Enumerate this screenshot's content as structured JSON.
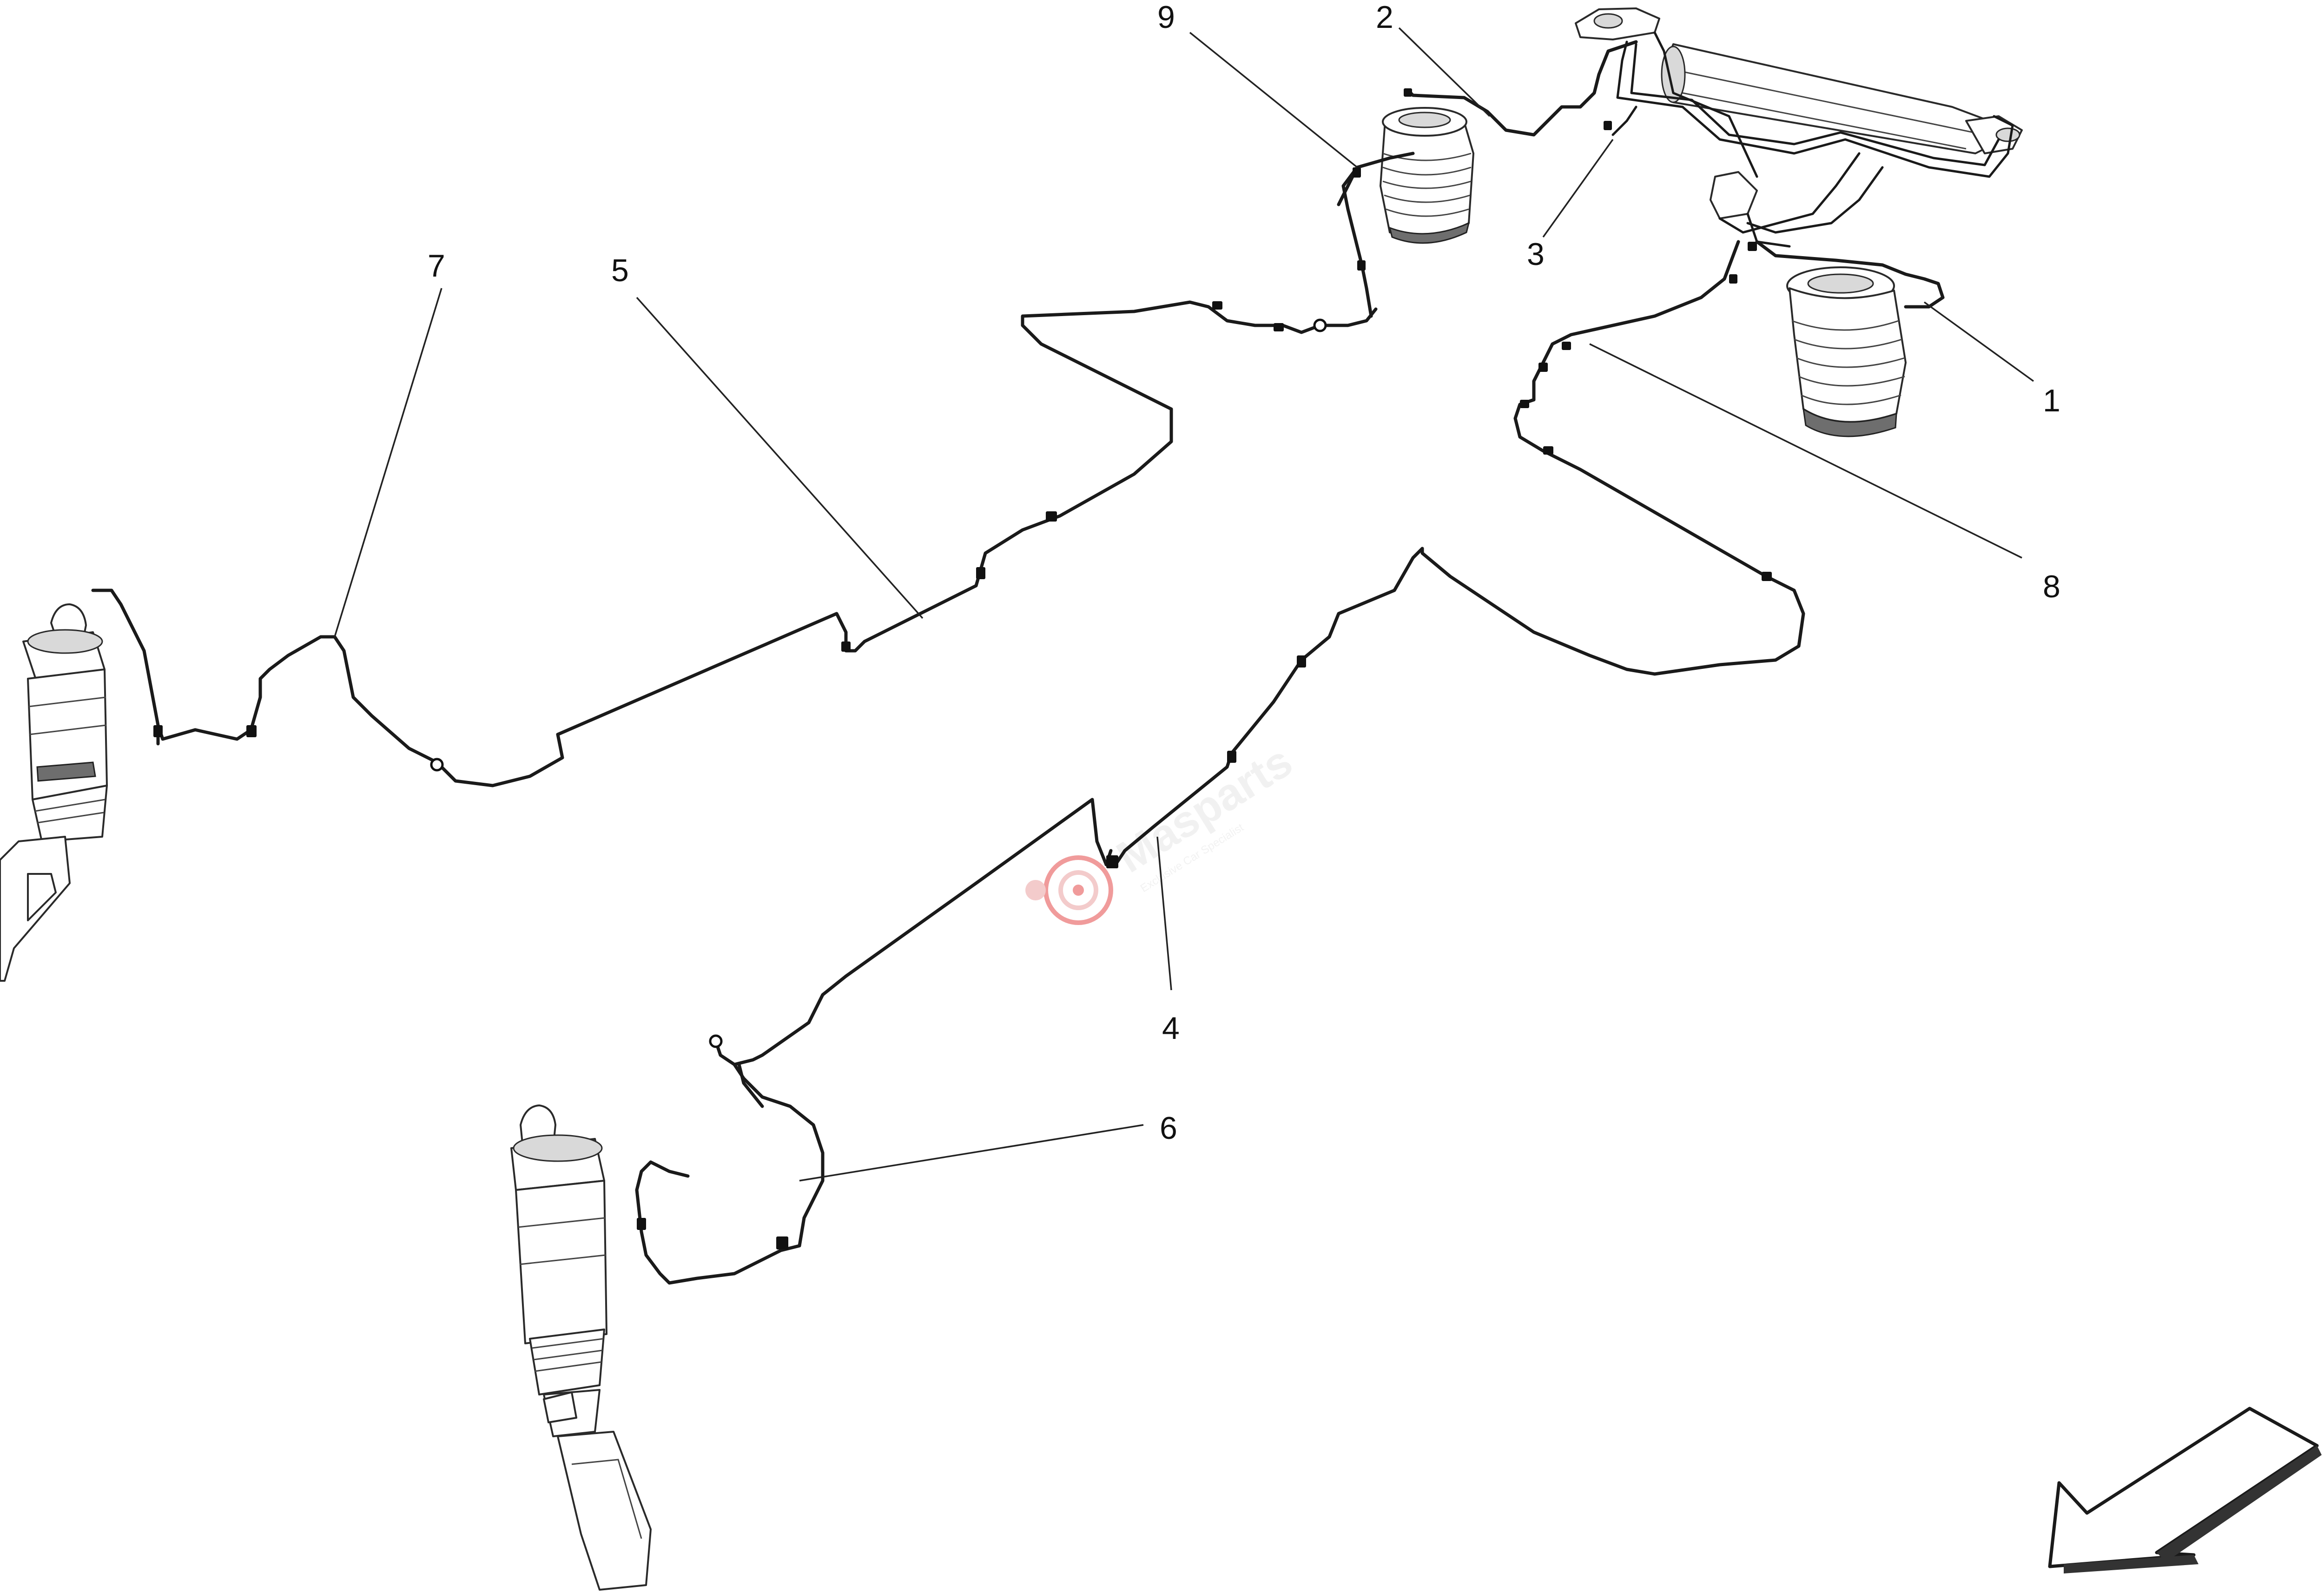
{
  "callouts": [
    "1",
    "2",
    "3",
    "4",
    "5",
    "6",
    "7",
    "8",
    "9"
  ],
  "watermark": {
    "brand": "Masparts",
    "tagline": "Exclusive Car Specialist",
    "logo_color": "#e34a4a"
  },
  "icons": {
    "direction": "arrow-down-left-icon",
    "logo": "masparts-logo-icon"
  }
}
